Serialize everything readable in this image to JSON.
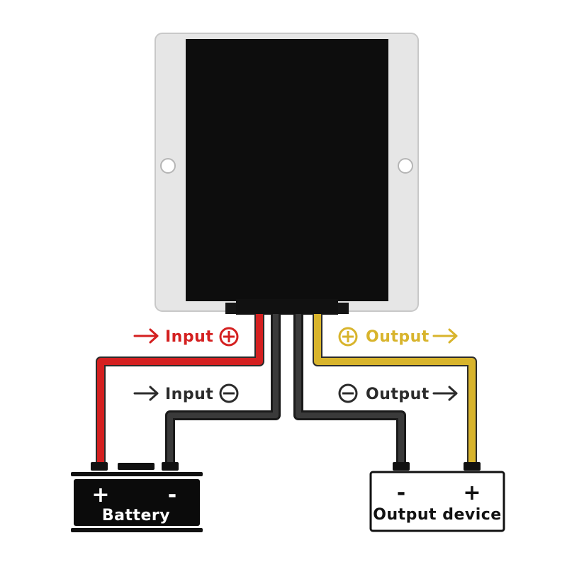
{
  "colors": {
    "positive_input": "#d42020",
    "negative": "#2b2b2b",
    "positive_output": "#d8b42c",
    "module_face": "#0d0d0d",
    "module_case": "#e6e6e6"
  },
  "labels": {
    "input_positive": "Input",
    "input_negative": "Input",
    "output_positive": "Output",
    "output_negative": "Output"
  },
  "battery": {
    "label": "Battery",
    "plus": "+",
    "minus": "-"
  },
  "output_device": {
    "label": "Output device",
    "plus": "+",
    "minus": "-"
  },
  "icons": {
    "input_positive": "arrow-right-icon",
    "positive_terminal": "circled-plus-icon",
    "negative_terminal": "circled-minus-icon"
  }
}
